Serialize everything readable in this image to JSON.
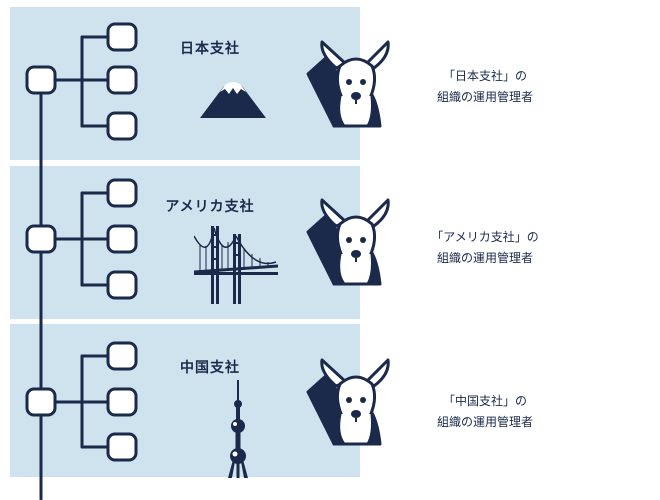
{
  "branches": [
    {
      "name": "日本支社",
      "caption_line1": "「日本支社」の",
      "caption_line2": "組織の運用管理者",
      "icon": "mount-fuji-icon"
    },
    {
      "name": "アメリカ支社",
      "caption_line1": "「アメリカ支社」の",
      "caption_line2": "組織の運用管理者",
      "icon": "golden-gate-bridge-icon"
    },
    {
      "name": "中国支社",
      "caption_line1": "「中国支社」の",
      "caption_line2": "組織の運用管理者",
      "icon": "oriental-pearl-tower-icon"
    }
  ],
  "colors": {
    "navy": "#1b2a4a",
    "panel": "#cfe3ee",
    "white": "#ffffff"
  },
  "mascot_icon": "kangaroo-mascot-icon"
}
